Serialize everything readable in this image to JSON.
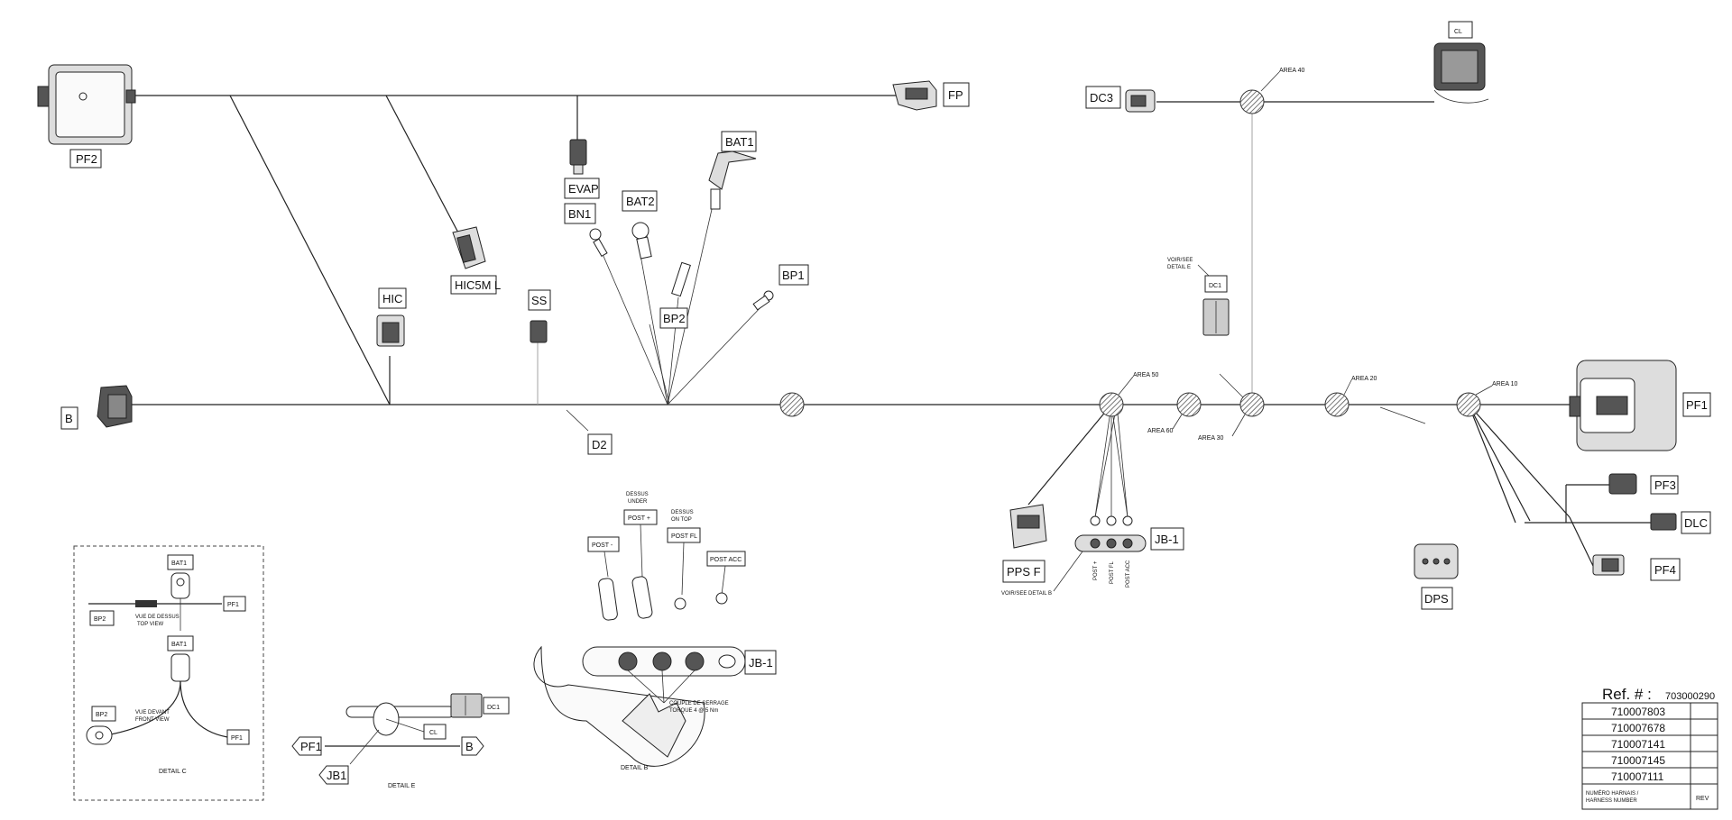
{
  "connectors": {
    "pf2": "PF2",
    "fp": "FP",
    "b": "B",
    "hic": "HIC",
    "hic5m": "HIC5M L",
    "evap": "EVAP",
    "bat1": "BAT1",
    "bn1": "BN1",
    "bat2": "BAT2",
    "ss": "SS",
    "bp2": "BP2",
    "bp1": "BP1",
    "d2": "D2",
    "dc3": "DC3",
    "cl": "CL",
    "dc1": "DC1",
    "pf1": "PF1",
    "pps_f": "PPS F",
    "jb1_main": "JB-1",
    "pf3": "PF3",
    "dlc": "DLC",
    "pf4": "PF4",
    "dps": "DPS"
  },
  "areas": {
    "area40": "AREA 40",
    "area50": "AREA 50",
    "area60": "AREA 60",
    "area30": "AREA 30",
    "area20": "AREA 20",
    "area10": "AREA 10"
  },
  "notes": {
    "see_detail_e": [
      "VOIR/SEE",
      "DETAIL E"
    ],
    "see_detail_b": "VOIR/SEE DETAIL B",
    "post_labels": [
      "POST +",
      "POST FL",
      "POST ACC"
    ]
  },
  "detail_b": {
    "under": [
      "DESSUS",
      "UNDER"
    ],
    "on_top": [
      "DESSUS",
      "ON TOP"
    ],
    "post_minus": "POST -",
    "post_plus": "POST +",
    "post_fl": "POST FL",
    "post_acc": "POST ACC",
    "jb1": "JB-1",
    "torque": [
      "COUPLE DE SERRAGE",
      "TORQUE 4 @ 5 Nm"
    ],
    "title": "DETAIL B"
  },
  "detail_c": {
    "bat1_top": "BAT1",
    "pf1_top": "PF1",
    "bp2_top": "BP2",
    "top_view": [
      "VUE DE DESSUS",
      "TOP VIEW"
    ],
    "bat1_front": "BAT1",
    "bp2_front": "BP2",
    "pf1_front": "PF1",
    "front_view": [
      "VUE DEVANT",
      "FRONT VIEW"
    ],
    "title": "DETAIL C"
  },
  "detail_e": {
    "dc1": "DC1",
    "cl": "CL",
    "pf1": "PF1",
    "b": "B",
    "jb1": "JB1",
    "title": "DETAIL E"
  },
  "ref_table": {
    "label": "Ref. # :",
    "number": "703000290",
    "rows": [
      "710007803",
      "710007678",
      "710007141",
      "710007145",
      "710007111"
    ],
    "footer": [
      "NUMÉRO HARNAIS /",
      "HARNESS NUMBER"
    ],
    "rev": "REV"
  },
  "colors": {
    "line": "#222222",
    "hatch": "#555555",
    "background": "#ffffff"
  }
}
